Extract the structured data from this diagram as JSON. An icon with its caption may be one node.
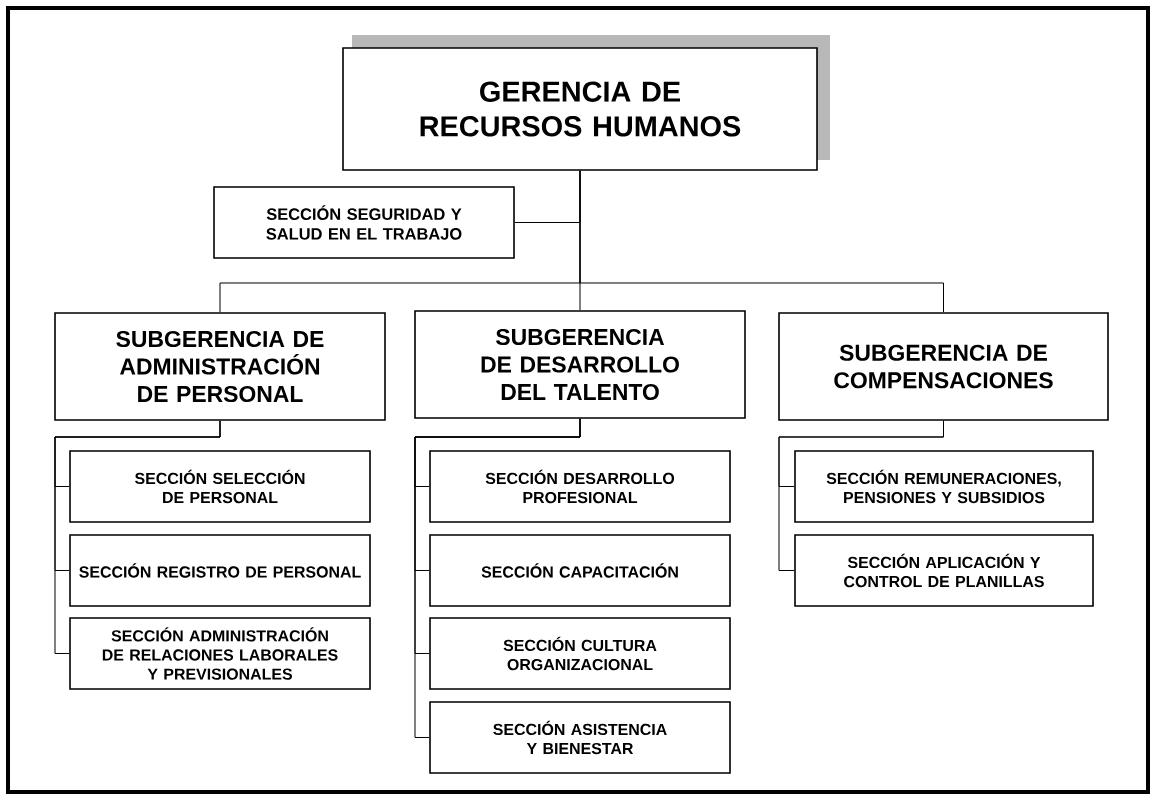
{
  "diagram": {
    "nodes": [
      {
        "text": [
          "GERENCIA DE RECURSOS HUMANOS"
        ]
      },
      {
        "text": [
          "SECCIÓN SEGURIDAD Y SALUD EN EL TRABAJO"
        ]
      },
      {
        "text": [
          "SUBGERENCIA DE ADMINISTRACIÓN DE PERSONAL"
        ]
      },
      {
        "text": [
          "SUBGERENCIA DE DESARROLLO DEL TALENTO"
        ]
      },
      {
        "text": [
          "SUBGERENCIA DE COMPENSACIONES"
        ]
      },
      {
        "text": [
          "SECCIÓN SELECCIÓN DE PERSONAL"
        ]
      },
      {
        "text": [
          "SECCIÓN REGISTRO DE PERSONAL"
        ]
      },
      {
        "text": [
          "SECCIÓN ADMINISTRACIÓN DE RELACIONES LABORALES Y PREVISIONALES"
        ]
      },
      {
        "text": [
          "SECCIÓN DESARROLLO PROFESIONAL"
        ]
      },
      {
        "text": [
          "SECCIÓN CAPACITACIÓN"
        ]
      },
      {
        "text": [
          "SECCIÓN CULTURA ORGANIZACIONAL"
        ]
      },
      {
        "text": [
          "SECCIÓN ASISTENCIA Y BIENESTAR"
        ]
      },
      {
        "text": [
          "SECCIÓN REMUNERACIONES, PENSIONES Y SUBSIDIOS"
        ]
      },
      {
        "text": [
          "SECCIÓN APLICACIÓN Y CONTROL DE PLANILLAS"
        ]
      }
    ],
    "edges": [
      {
        "from": 0,
        "to": 1,
        "arrow": "none"
      },
      {
        "from": 0,
        "to": 2,
        "arrow": "none"
      },
      {
        "from": 0,
        "to": 3,
        "arrow": "none"
      },
      {
        "from": 0,
        "to": 4,
        "arrow": "none"
      },
      {
        "from": 2,
        "to": 5,
        "arrow": "none"
      },
      {
        "from": 2,
        "to": 6,
        "arrow": "none"
      },
      {
        "from": 2,
        "to": 7,
        "arrow": "none"
      },
      {
        "from": 3,
        "to": 8,
        "arrow": "none"
      },
      {
        "from": 3,
        "to": 9,
        "arrow": "none"
      },
      {
        "from": 3,
        "to": 10,
        "arrow": "none"
      },
      {
        "from": 3,
        "to": 11,
        "arrow": "none"
      },
      {
        "from": 4,
        "to": 12,
        "arrow": "none"
      },
      {
        "from": 4,
        "to": 13,
        "arrow": "none"
      }
    ]
  }
}
